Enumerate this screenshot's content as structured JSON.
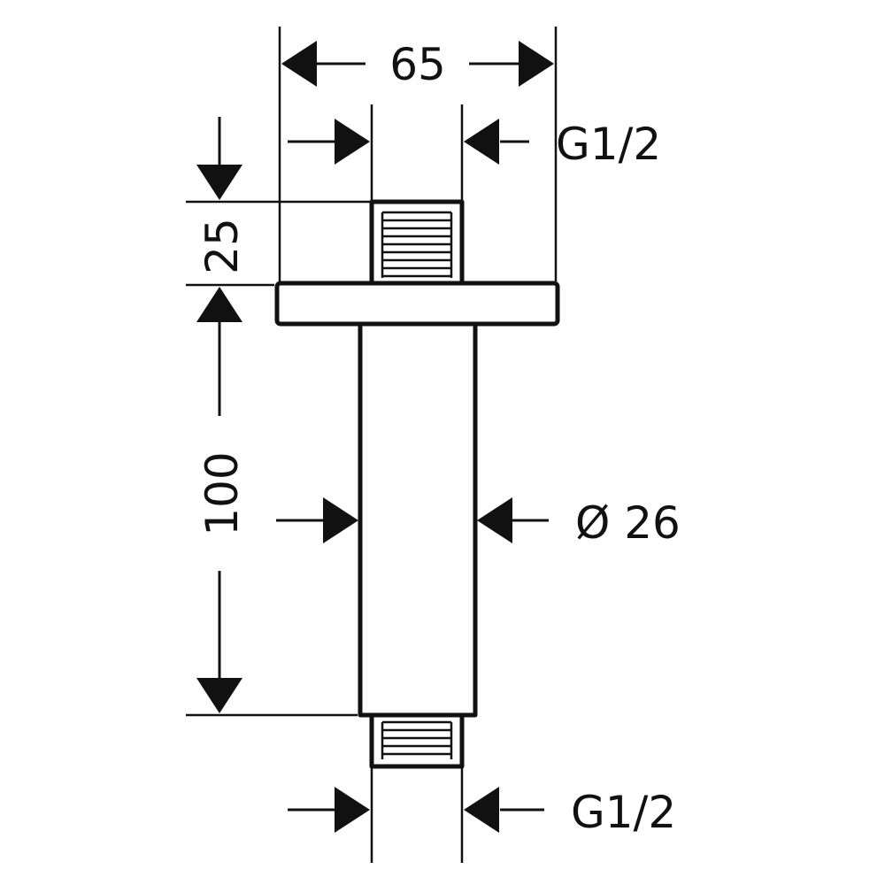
{
  "diagram": {
    "type": "technical-dimension-drawing",
    "part": "ceiling-connector-arm",
    "line_color": "#111111",
    "background_color": "#ffffff",
    "dimensions": {
      "overall_width": "65",
      "top_thread": "G1/2",
      "top_height": "25",
      "arm_length": "100",
      "arm_diameter": "Ø 26",
      "bottom_thread": "G1/2"
    }
  }
}
